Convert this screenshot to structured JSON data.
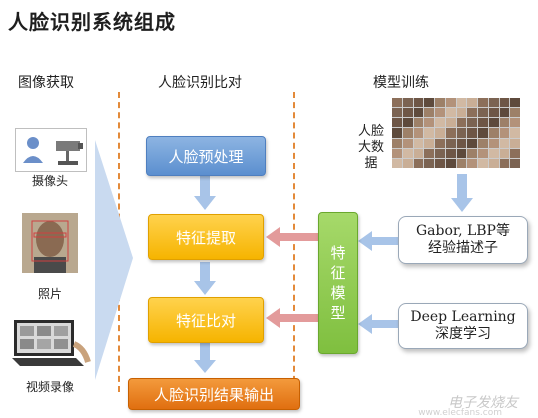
{
  "title": "人脸识别系统组成",
  "columns": {
    "acquisition": "图像获取",
    "comparison": "人脸识别比对",
    "training": "模型训练"
  },
  "inputs": [
    {
      "label": "摄像头"
    },
    {
      "label": "照片"
    },
    {
      "label": "视频录像"
    }
  ],
  "pipeline": {
    "preprocess": "人脸预处理",
    "extract": "特征提取",
    "compare": "特征比对",
    "output": "人脸识别结果输出"
  },
  "feature_model": [
    "特",
    "征",
    "模",
    "型"
  ],
  "big_data": {
    "line1": "人脸",
    "line2": "大数据"
  },
  "descriptors": {
    "handcrafted_line1": "Gabor, LBP等",
    "handcrafted_line2": "经验描述子",
    "deep_line1": "Deep Learning",
    "deep_line2": "深度学习"
  },
  "watermark": {
    "brand": "电子发烧友",
    "url": "www.elecfans.com"
  },
  "colors": {
    "blue": "#5b8fcf",
    "yellow": "#f6b400",
    "orange": "#e06f10",
    "green": "#7fbf3f",
    "arrow_blue": "#a8c4e8",
    "arrow_red": "#e39b9b",
    "divider": "#e38a3a"
  }
}
